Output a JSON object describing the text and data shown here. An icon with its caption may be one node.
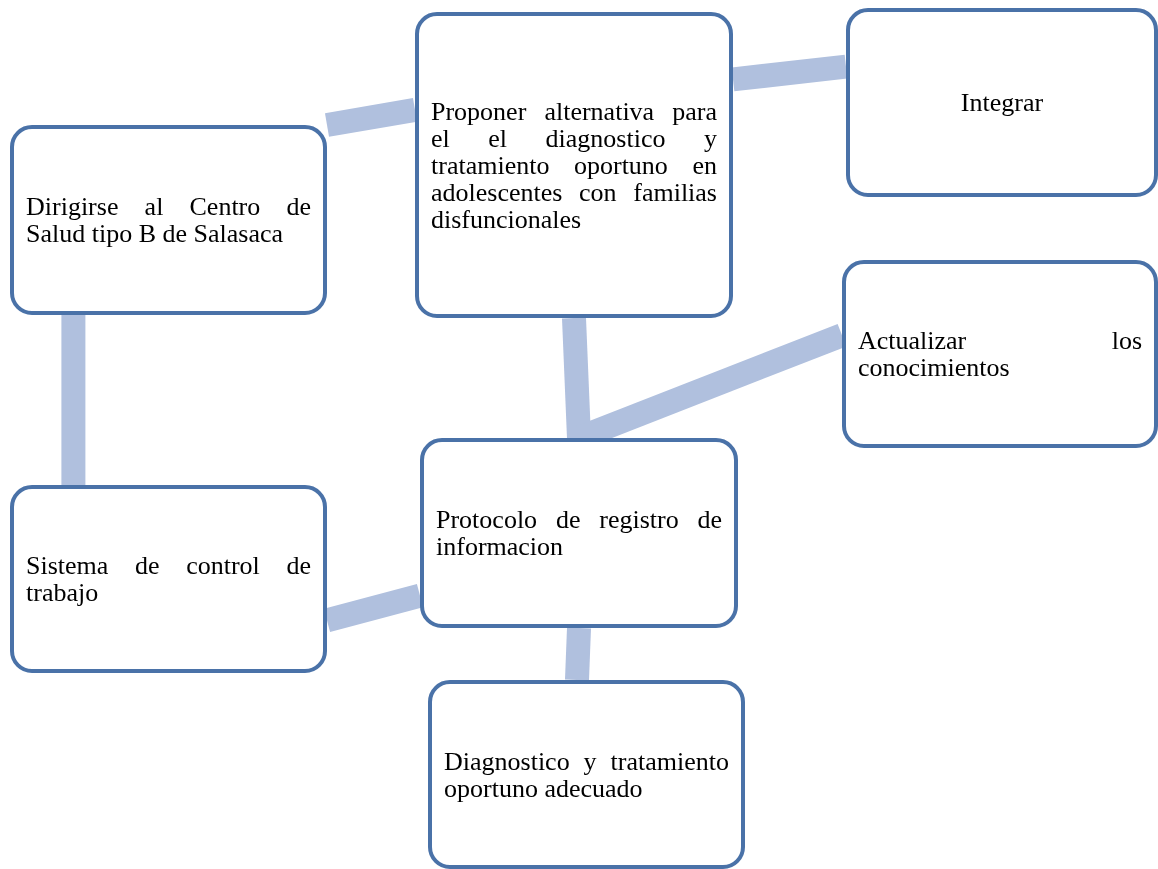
{
  "diagram": {
    "nodes": [
      {
        "text": [
          "Dirigirse al Centro de Salud tipo B de Salasaca"
        ]
      },
      {
        "text": [
          "Proponer alternativa para el el diagnostico y tratamiento oportuno en adolescentes con familias disfuncionales"
        ]
      },
      {
        "text": [
          "Integrar"
        ]
      },
      {
        "text": [
          "Actualizar los conocimientos"
        ]
      },
      {
        "text": [
          "Sistema de control de trabajo"
        ]
      },
      {
        "text": [
          "Protocolo de registro de informacion"
        ]
      },
      {
        "text": [
          "Diagnostico y tratamiento oportuno adecuado"
        ]
      }
    ],
    "edges": [
      {
        "from": 0,
        "to": 1,
        "arrow": "none"
      },
      {
        "from": 1,
        "to": 2,
        "arrow": "none"
      },
      {
        "from": 0,
        "to": 4,
        "arrow": "none"
      },
      {
        "from": 1,
        "to": 5,
        "arrow": "none"
      },
      {
        "from": 3,
        "to": 5,
        "arrow": "none"
      },
      {
        "from": 4,
        "to": 5,
        "arrow": "none"
      },
      {
        "from": 5,
        "to": 6,
        "arrow": "none"
      }
    ]
  }
}
